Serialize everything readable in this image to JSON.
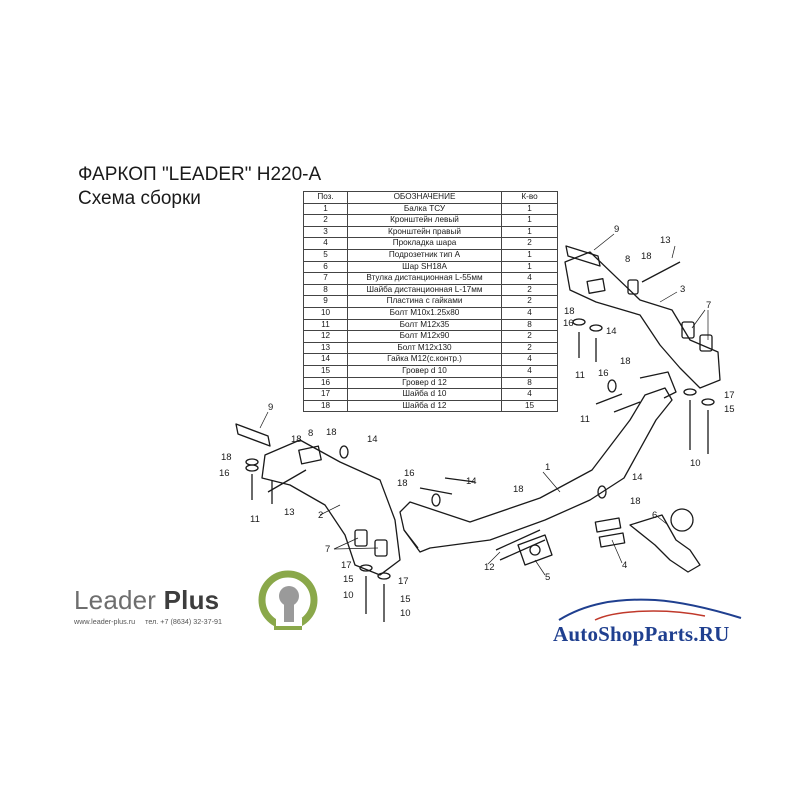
{
  "header": {
    "title": "ФАРКОП \"LEADER\" H220-A",
    "subtitle": "Схема сборки"
  },
  "parts_table": {
    "columns": [
      "Поз.",
      "ОБОЗНАЧЕНИЕ",
      "К-во"
    ],
    "rows": [
      [
        "1",
        "Балка ТСУ",
        "1"
      ],
      [
        "2",
        "Кронштейн левый",
        "1"
      ],
      [
        "3",
        "Кронштейн правый",
        "1"
      ],
      [
        "4",
        "Прокладка шара",
        "2"
      ],
      [
        "5",
        "Подрозетник тип А",
        "1"
      ],
      [
        "6",
        "Шар SH18A",
        "1"
      ],
      [
        "7",
        "Втулка дистанционная L-55мм",
        "4"
      ],
      [
        "8",
        "Шайба дистанционная L-17мм",
        "2"
      ],
      [
        "9",
        "Пластина с гайками",
        "2"
      ],
      [
        "10",
        "Болт М10х1.25х80",
        "4"
      ],
      [
        "11",
        "Болт М12х35",
        "8"
      ],
      [
        "12",
        "Болт М12х90",
        "2"
      ],
      [
        "13",
        "Болт М12х130",
        "2"
      ],
      [
        "14",
        "Гайка М12(с.контр.)",
        "4"
      ],
      [
        "15",
        "Гровер d 10",
        "4"
      ],
      [
        "16",
        "Гровер d 12",
        "8"
      ],
      [
        "17",
        "Шайба d 10",
        "4"
      ],
      [
        "18",
        "Шайба d 12",
        "15"
      ]
    ]
  },
  "callouts": [
    "1",
    "2",
    "3",
    "4",
    "5",
    "6",
    "7",
    "8",
    "9",
    "10",
    "11",
    "12",
    "13",
    "14",
    "15",
    "16",
    "17",
    "18"
  ],
  "branding": {
    "logo_text_light": "Leader",
    "logo_text_bold": "Plus",
    "website": "www.leader-plus.ru",
    "phone": "тел. +7 (8634) 32-37-91",
    "shop_name": "AutoShopParts.RU"
  },
  "colors": {
    "logo_green": "#8aa84a",
    "logo_gray": "#9a9a9a",
    "shop_blue": "#1f3f8f",
    "shop_accent": "#c0392b"
  }
}
